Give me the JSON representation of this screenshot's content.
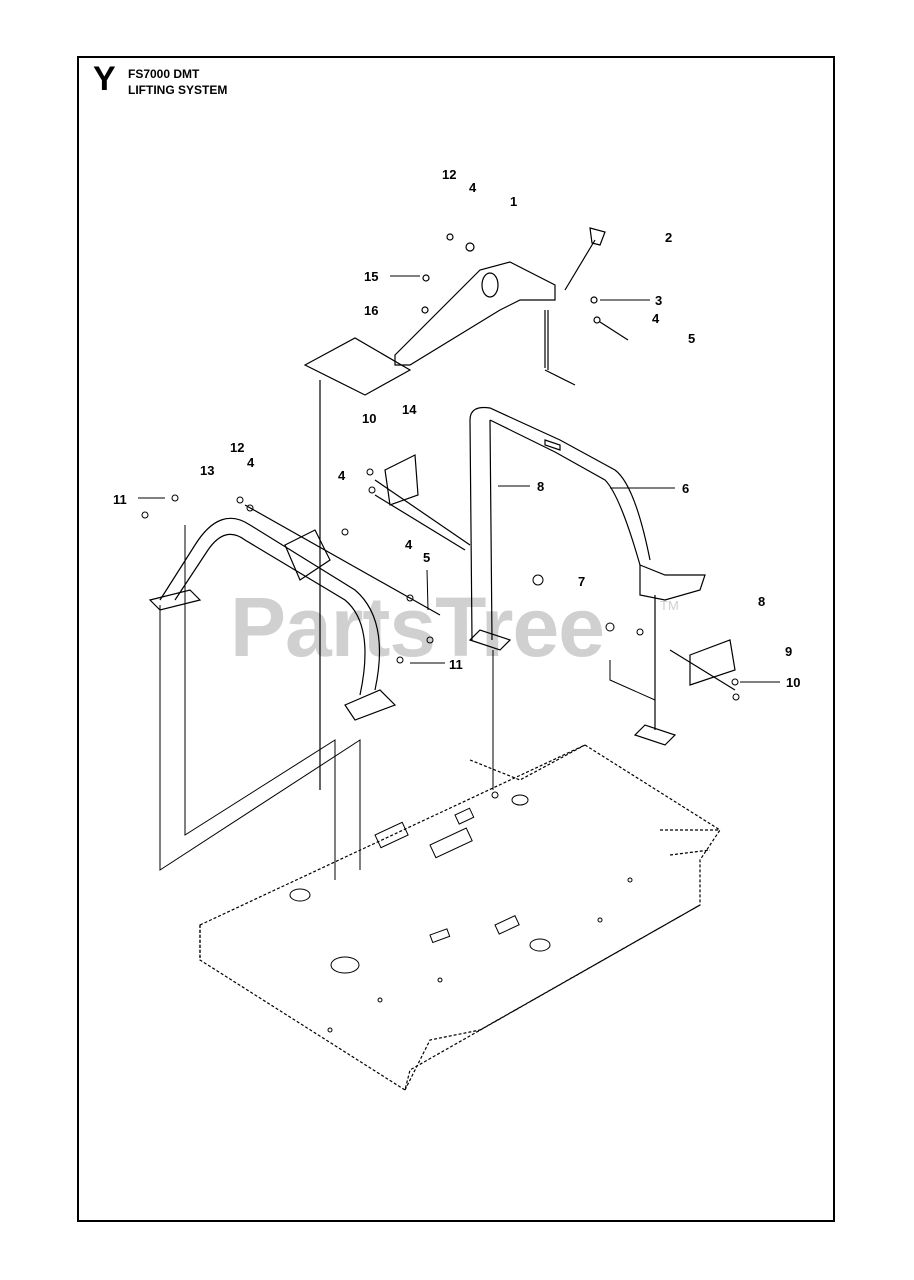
{
  "header": {
    "section_letter": "Y",
    "model": "FS7000 DMT",
    "system": "LIFTING SYSTEM"
  },
  "watermark": {
    "text": "PartsTree",
    "tm": "TM"
  },
  "callouts": [
    {
      "id": "c-12a",
      "label": "12"
    },
    {
      "id": "c-4a",
      "label": "4"
    },
    {
      "id": "c-1",
      "label": "1"
    },
    {
      "id": "c-2",
      "label": "2"
    },
    {
      "id": "c-15",
      "label": "15"
    },
    {
      "id": "c-3",
      "label": "3"
    },
    {
      "id": "c-16",
      "label": "16"
    },
    {
      "id": "c-4b",
      "label": "4"
    },
    {
      "id": "c-5a",
      "label": "5"
    },
    {
      "id": "c-10a",
      "label": "10"
    },
    {
      "id": "c-14",
      "label": "14"
    },
    {
      "id": "c-12b",
      "label": "12"
    },
    {
      "id": "c-4c",
      "label": "4"
    },
    {
      "id": "c-4d",
      "label": "4"
    },
    {
      "id": "c-13",
      "label": "13"
    },
    {
      "id": "c-8a",
      "label": "8"
    },
    {
      "id": "c-6",
      "label": "6"
    },
    {
      "id": "c-11a",
      "label": "11"
    },
    {
      "id": "c-4e",
      "label": "4"
    },
    {
      "id": "c-5b",
      "label": "5"
    },
    {
      "id": "c-7",
      "label": "7"
    },
    {
      "id": "c-8b",
      "label": "8"
    },
    {
      "id": "c-9",
      "label": "9"
    },
    {
      "id": "c-11b",
      "label": "11"
    },
    {
      "id": "c-10b",
      "label": "10"
    }
  ],
  "colors": {
    "line": "#000000",
    "watermark": "#d0d0d0"
  }
}
